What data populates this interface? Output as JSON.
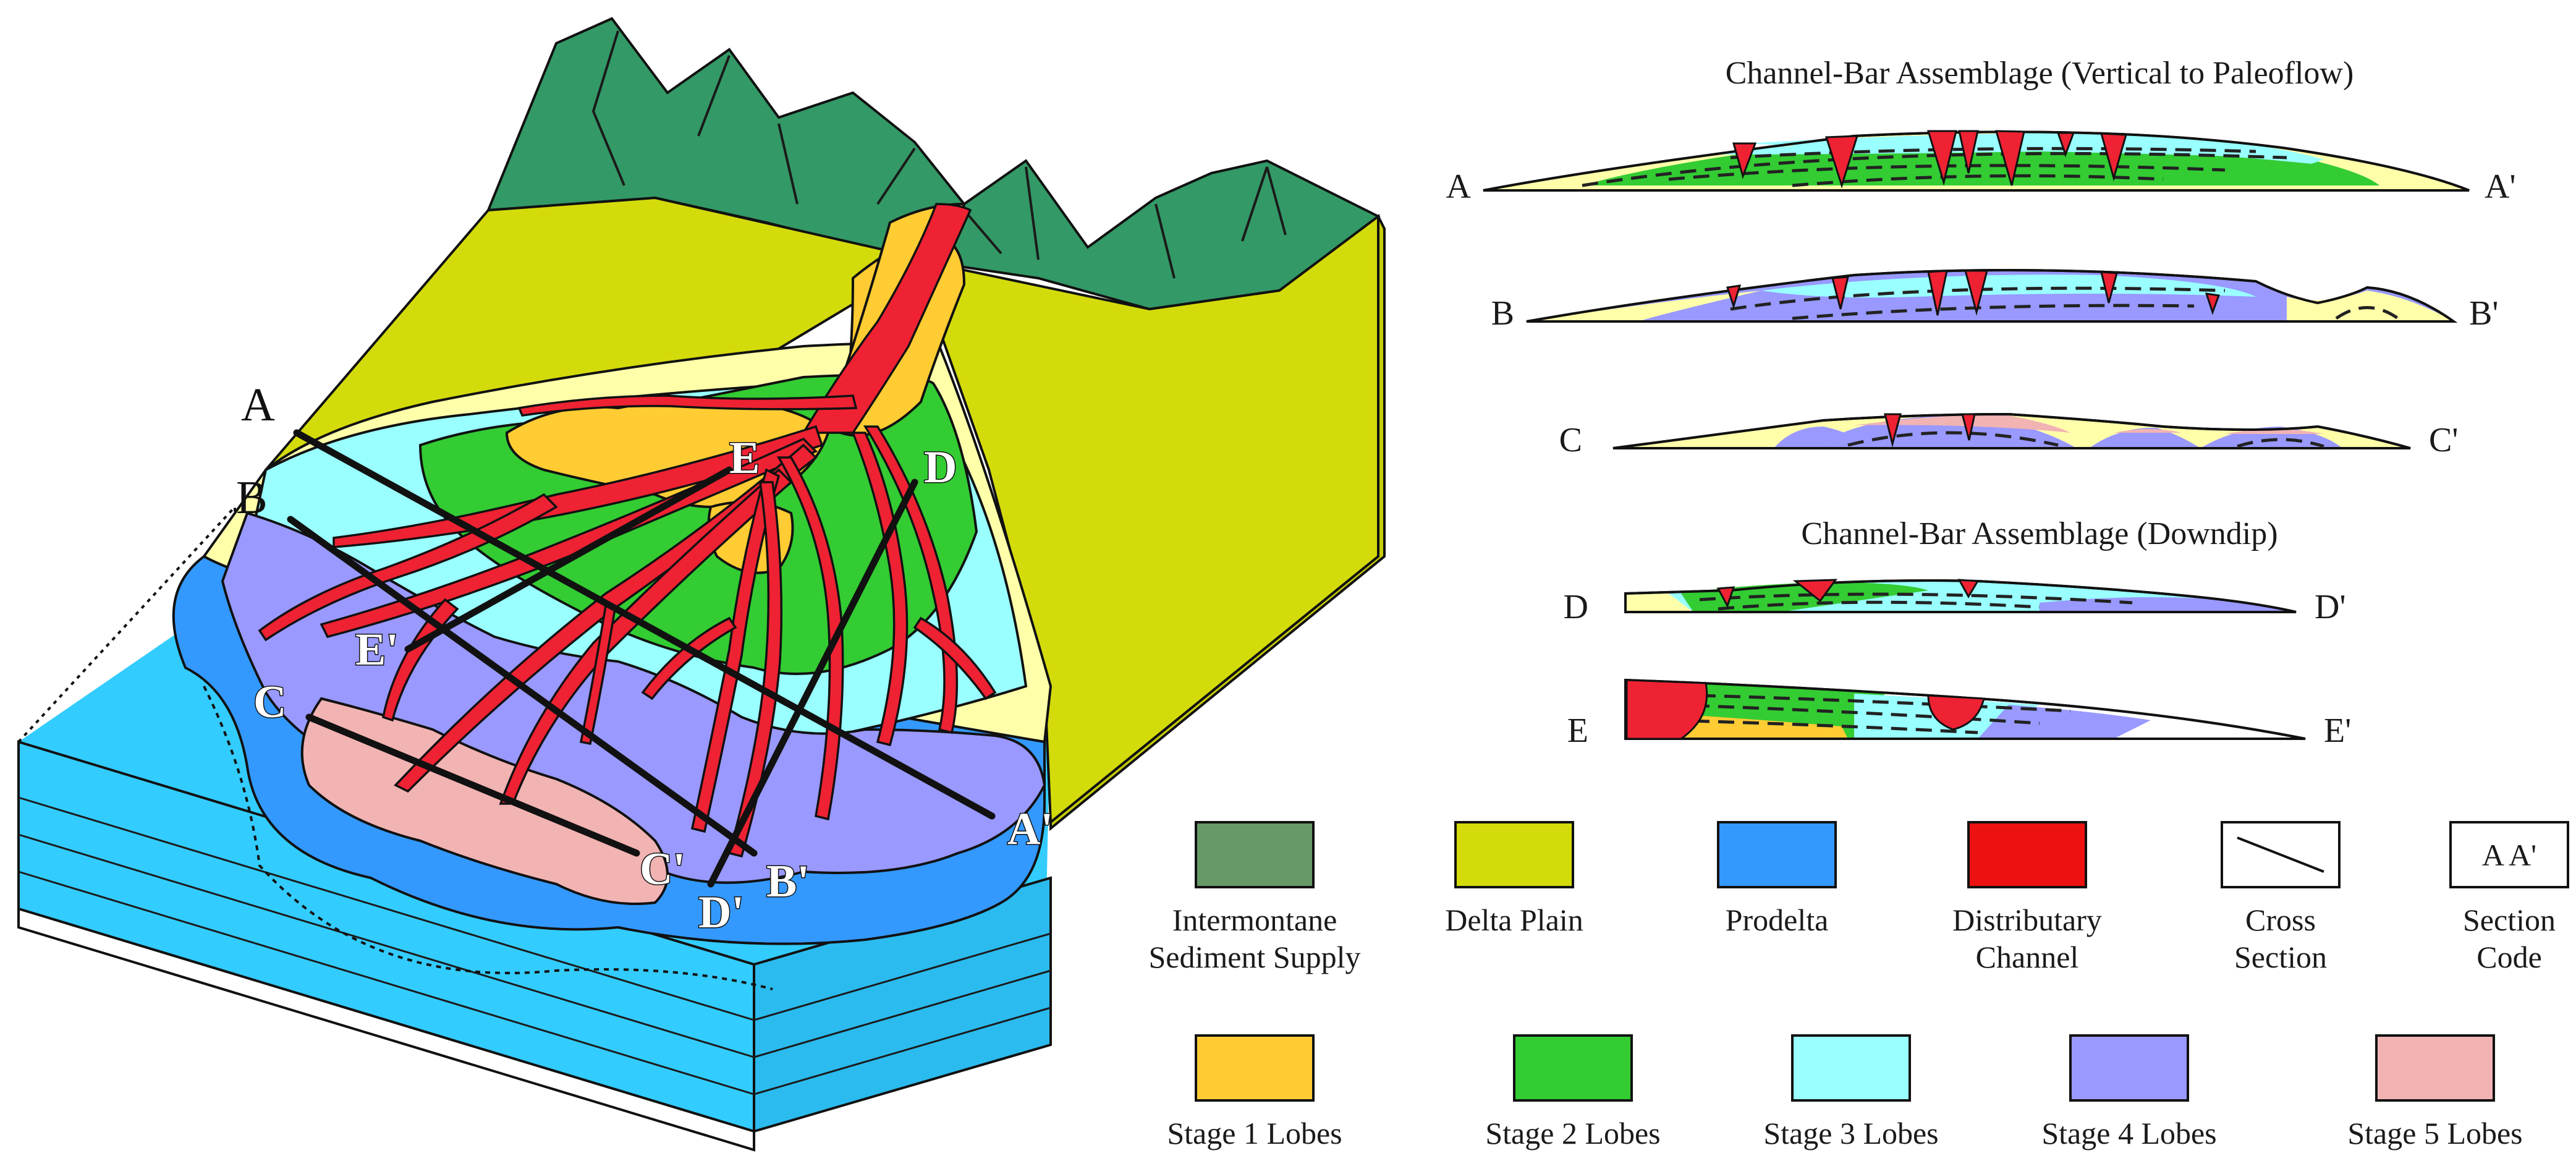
{
  "map": {
    "labels": {
      "A": "A",
      "A_prime": "A'",
      "B": "B",
      "B_prime": "B'",
      "C": "C",
      "C_prime": "C'",
      "D": "D",
      "D_prime": "D'",
      "E": "E",
      "E_prime": "E'"
    }
  },
  "sections": {
    "title_vertical": "Channel-Bar Assemblage (Vertical to Paleoflow)",
    "title_downdip": "Channel-Bar Assemblage (Downdip)",
    "rows": [
      {
        "start": "A",
        "end": "A'"
      },
      {
        "start": "B",
        "end": "B'"
      },
      {
        "start": "C",
        "end": "C'"
      },
      {
        "start": "D",
        "end": "D'"
      },
      {
        "start": "E",
        "end": "E'"
      }
    ]
  },
  "legend": {
    "items": [
      {
        "line1": "Intermontane",
        "line2": "Sediment Supply",
        "color": "#669966",
        "kind": "swatch"
      },
      {
        "line1": "Delta Plain",
        "line2": "",
        "color": "#d4db0a",
        "kind": "swatch"
      },
      {
        "line1": "Prodelta",
        "line2": "",
        "color": "#3399ff",
        "kind": "swatch"
      },
      {
        "line1": "Distributary",
        "line2": "Channel",
        "color": "#ee1111",
        "kind": "swatch"
      },
      {
        "line1": "Cross",
        "line2": "Section",
        "color": "#ffffff",
        "kind": "cross-section"
      },
      {
        "line1": "Section",
        "line2": "Code",
        "color": "#ffffff",
        "kind": "code",
        "code_text": "A  A'"
      },
      {
        "line1": "Stage 1 Lobes",
        "line2": "",
        "color": "#ffcc33",
        "kind": "swatch"
      },
      {
        "line1": "Stage 2 Lobes",
        "line2": "",
        "color": "#33cc33",
        "kind": "swatch"
      },
      {
        "line1": "Stage 3 Lobes",
        "line2": "",
        "color": "#99ffff",
        "kind": "swatch"
      },
      {
        "line1": "Stage 4 Lobes",
        "line2": "",
        "color": "#9999ff",
        "kind": "swatch"
      },
      {
        "line1": "Stage 5 Lobes",
        "line2": "",
        "color": "#f2b3b3",
        "kind": "swatch"
      }
    ]
  },
  "colors": {
    "intermontane": "#339966",
    "delta_plain": "#d4db0a",
    "prodelta": "#3399ff",
    "water": "#33ccff",
    "channel": "#ee2233",
    "stage1": "#ffcc33",
    "stage2": "#33cc33",
    "stage3": "#99ffff",
    "stage4": "#9999ff",
    "stage5": "#f2b3b3",
    "delta_front_edge": "#ffffaa"
  }
}
